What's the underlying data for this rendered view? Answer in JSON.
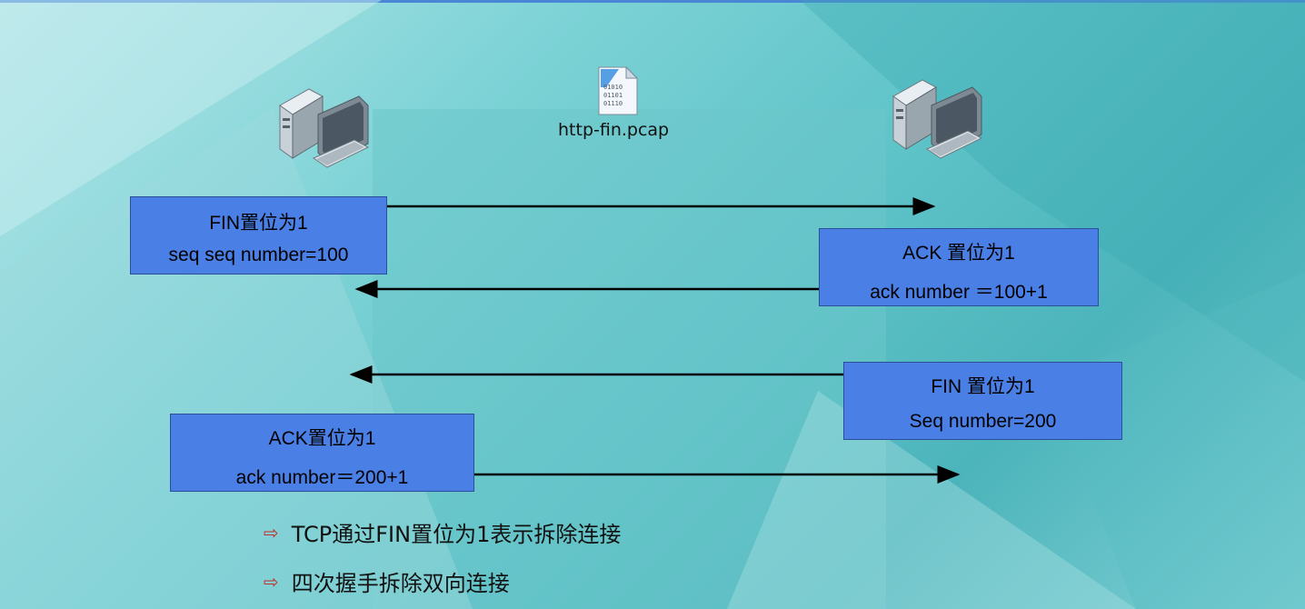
{
  "file": {
    "name": "http-fin.pcap",
    "icon": "pcap-file-icon"
  },
  "hosts": {
    "left": {
      "icon": "computer-icon"
    },
    "right": {
      "icon": "computer-icon"
    }
  },
  "boxes": {
    "fin1": {
      "line1": "FIN置位为1",
      "line2": "seq seq number=100"
    },
    "ack1": {
      "line1": "ACK 置位为1",
      "line2": "ack number ＝100+1"
    },
    "fin2": {
      "line1": "FIN 置位为1",
      "line2": "Seq number=200"
    },
    "ack2": {
      "line1": "ACK置位为1",
      "line2": "ack number＝200+1"
    }
  },
  "bullets": [
    "TCP通过FIN置位为1表示拆除连接",
    "四次握手拆除双向连接"
  ],
  "colors": {
    "box": "#4a7fe6",
    "bullet_arrow": "#c0302a",
    "topbar": "#4a86d6"
  }
}
